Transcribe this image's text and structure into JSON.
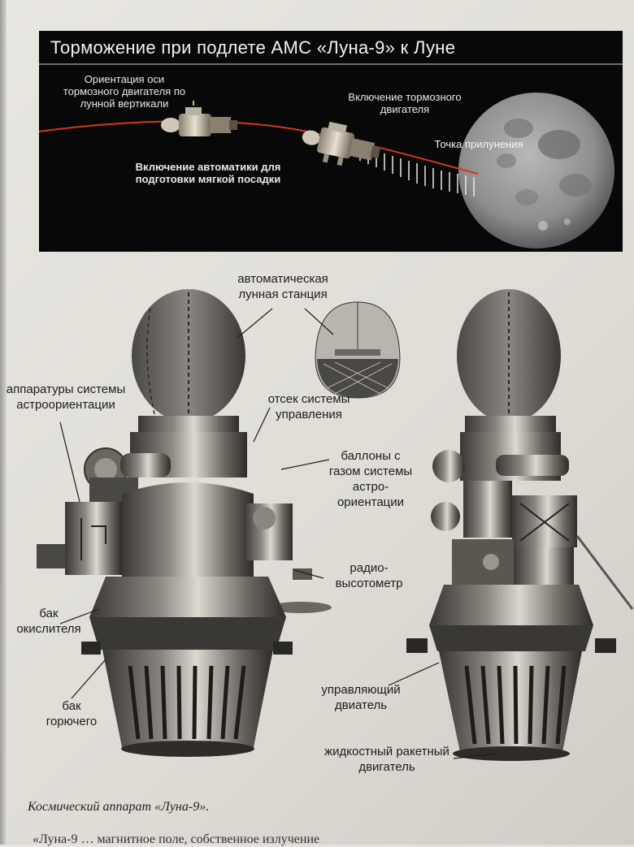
{
  "banner": {
    "title": "Торможение при подлете  АМС «Луна-9» к Луне",
    "label_orientation": "Ориентация оси тормозного двигателя по лунной вертикали",
    "label_engine_on": "Включение тормозного двигателя",
    "label_automatics": "Включение автоматики для подготовки мягкой посадки",
    "label_landing_point": "Точка прилунения",
    "colors": {
      "background": "#080808",
      "trajectory": "#d23a1a"
    }
  },
  "diagram": {
    "label_station": "автоматическая лунная станция",
    "label_astro_equipment": "аппаратуры системы астроориентации",
    "label_control_compartment": "отсек системы управления",
    "label_gas_cylinders": "баллоны с газом системы астро- ориентации",
    "label_radio_altimeter": "радио- высотометр",
    "label_oxidizer_tank": "бак окислителя",
    "label_fuel_tank": "бак горючего",
    "label_control_engine": "управляющий двиатель",
    "label_rocket_engine": "жидкостный ракетный двигатель"
  },
  "caption": "Космический аппарат «Луна-9».",
  "body_fragment": "«Луна-9 …                                  магнитное поле, собственное излучение"
}
